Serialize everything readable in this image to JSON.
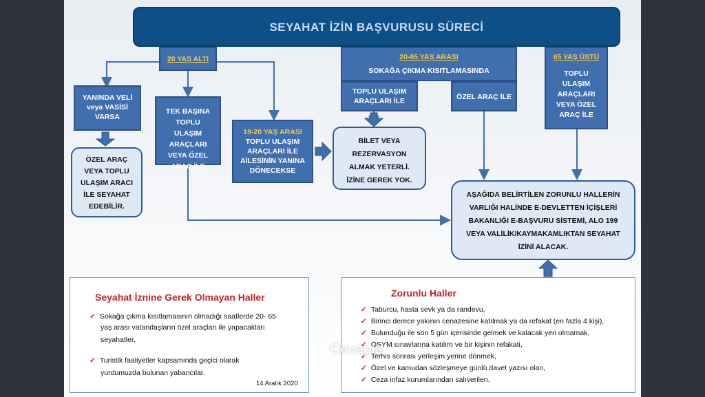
{
  "title": "SEYAHAT İZİN BAŞVURUSU SÜRECİ",
  "groups": {
    "under20": "20 YAŞ ALTI",
    "mid": "20-65 YAŞ ARASI",
    "mid_sub": "SOKAĞA ÇIKMA KISITLAMASINDA",
    "over65": "65 YAŞ ÜSTÜ"
  },
  "nodes": {
    "with_guardian": "YANINDA VELİ veya VASİSİ VARSA",
    "private_or_public": "ÖZEL ARAÇ VEYA TOPLU ULAŞIM ARACI İLE SEYAHAT EDEBİLİR.",
    "alone": "TEK BAŞINA TOPLU ULAŞIM ARAÇLARI VEYA ÖZEL ARAÇ İLE",
    "age_18_20": "18-20 YAŞ ARASI",
    "return_family": "TOPLU ULAŞIM ARAÇLARI İLE AİLESİNİN YANINA DÖNECEKSE",
    "public_transport": "TOPLU ULAŞIM ARAÇLARI İLE",
    "private_car": "ÖZEL ARAÇ İLE",
    "over65_means": "TOPLU ULAŞIM ARAÇLARI VEYA ÖZEL ARAÇ İLE",
    "ticket_enough": "BİLET VEYA REZERVASYON ALMAK YETERLİ. İZİNE GEREK YOK.",
    "permit": "AŞAĞIDA BELİRTİLEN ZORUNLU HALLERİN VARLIĞI HALİNDE E-DEVLETTEN İÇİŞLERİ BAKANLIĞI E-BAŞVURU SİSTEMİ, ALO 199 VEYA VALİLİK/KAYMAKAMLIKTAN SEYAHAT İZİNİ ALACAK."
  },
  "not_required": {
    "heading": "Seyahat İznine Gerek Olmayan Haller",
    "items": [
      "Sokağa çıkma kısıtlamasının olmadığı saatlerde 20- 65",
      "yaş arası vatandaşların özel araçları ile yapacakları",
      "seyahatler,",
      "Turistik faaliyetler kapsamında geçici olarak",
      "yurdumuzda bulunan yabancılar."
    ],
    "date": "14 Aralık 2020"
  },
  "mandatory": {
    "heading": "Zorunlu Haller",
    "items": [
      "Taburcu, hasta sevk ya da randevu,",
      "Birinci derece yakının cenazesine katılmak ya da refakat (en fazla 4 kişi),",
      "Bulunduğu ile son 5 gün içerisinde gelmek ve kalacak yeri olmamak,",
      "ÖSYM sınavlarına katılım ve bir kişinin refakati,",
      "Terhis sonrası yerleşim yerine dönmek,",
      "Özel ve kamudan sözleşmeye günlü davet yazısı olan,",
      "Ceza infaz kurumlarından salıverilen."
    ]
  },
  "watermark": "Cevapla",
  "colors": {
    "dark_box": "#3f6fae",
    "title_bar": "#0d4f86",
    "light_box": "#dfe9f6",
    "accent_red": "#c0262a",
    "accent_yellow": "#f2c84b"
  }
}
